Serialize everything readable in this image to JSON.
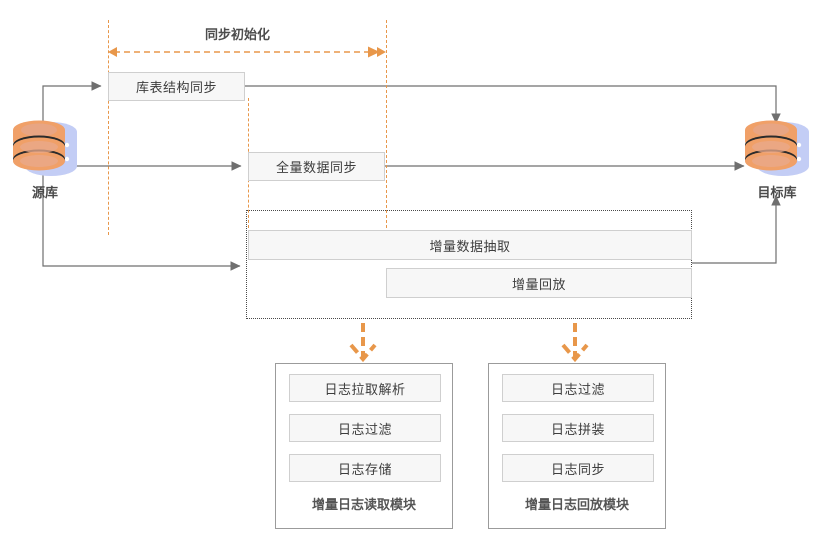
{
  "diagram": {
    "title_phase": "同步初始化",
    "colors": {
      "accent_orange": "#e8974a",
      "box_fill": "#f7f7f7",
      "box_border": "#cfcfcf",
      "line_gray": "#777777",
      "db_orange": "#f0a068",
      "db_blue": "#c3cdf5"
    },
    "source_db": {
      "label": "源库",
      "icon": "database-icon"
    },
    "target_db": {
      "label": "目标库",
      "icon": "database-icon"
    },
    "stages": [
      {
        "id": "schema-sync",
        "label": "库表结构同步"
      },
      {
        "id": "full-data-sync",
        "label": "全量数据同步"
      },
      {
        "id": "incremental-extract",
        "label": "增量数据抽取"
      },
      {
        "id": "incremental-replay",
        "label": "增量回放"
      }
    ],
    "modules": [
      {
        "id": "log-read-module",
        "title": "增量日志读取模块",
        "items": [
          "日志拉取解析",
          "日志过滤",
          "日志存储"
        ]
      },
      {
        "id": "log-replay-module",
        "title": "增量日志回放模块",
        "items": [
          "日志过滤",
          "日志拼装",
          "日志同步"
        ]
      }
    ]
  }
}
